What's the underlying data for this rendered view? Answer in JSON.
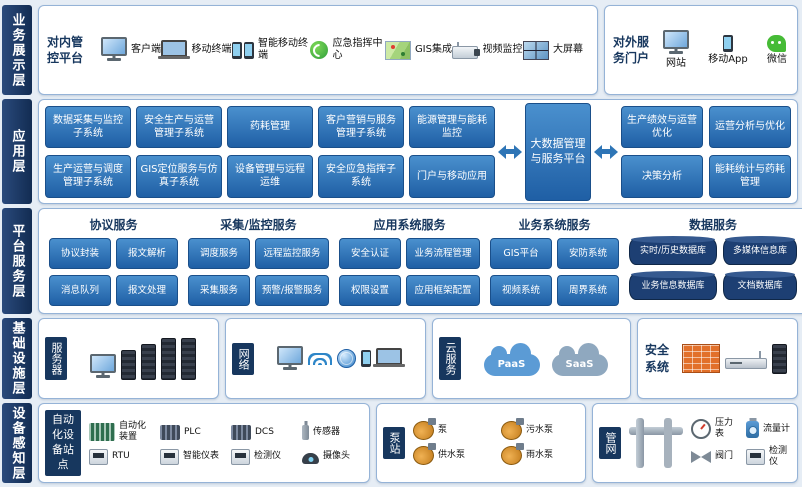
{
  "colors": {
    "navy": "#17375e",
    "button_blue": "#1f5fa5",
    "panel_border": "#95b3d7",
    "background": "#e6edf5",
    "arrow_blue": "#2e75b6"
  },
  "layers": [
    {
      "label": "业务展示层"
    },
    {
      "label": "应用层"
    },
    {
      "label": "平台服务层"
    },
    {
      "label": "基础设施层"
    },
    {
      "label": "设备感知层"
    }
  ],
  "display": {
    "internal": {
      "title": "对内管控平台",
      "items": [
        {
          "icon": "desktop-icon",
          "label": "客户端"
        },
        {
          "icon": "laptop-icon",
          "label": "移动终端"
        },
        {
          "icon": "smartphones-icon",
          "label": "智能移动终端"
        },
        {
          "icon": "phone-handset-icon",
          "label": "应急指挥中心"
        },
        {
          "icon": "map-icon",
          "label": "GIS集成"
        },
        {
          "icon": "cctv-icon",
          "label": "视频监控"
        },
        {
          "icon": "screen-wall-icon",
          "label": "大屏幕"
        }
      ]
    },
    "external": {
      "title": "对外服务门户",
      "items": [
        {
          "icon": "desktop-icon",
          "label": "网站"
        },
        {
          "icon": "smartphone-icon",
          "label": "移动App"
        },
        {
          "icon": "wechat-icon",
          "label": "微信"
        }
      ]
    }
  },
  "application": {
    "left": [
      "数据采集与监控子系统",
      "安全生产与运营管理子系统",
      "药耗管理",
      "客户营销与服务管理子系统",
      "能源管理与能耗监控",
      "生产运营与调度管理子系统",
      "GIS定位服务与仿真子系统",
      "设备管理与远程运维",
      "安全应急指挥子系统",
      "门户与移动应用"
    ],
    "center": "大数据管理与服务平台",
    "right": [
      "生产绩效与运营优化",
      "运营分析与优化",
      "决策分析",
      "能耗统计与药耗管理"
    ]
  },
  "platform": {
    "groups": [
      {
        "title": "协议服务",
        "buttons": [
          "协议封装",
          "报文解析",
          "消息队列",
          "报文处理"
        ]
      },
      {
        "title": "采集/监控服务",
        "buttons": [
          "调度服务",
          "远程监控服务",
          "采集服务",
          "预警/报警服务"
        ]
      },
      {
        "title": "应用系统服务",
        "buttons": [
          "安全认证",
          "业务流程管理",
          "权限设置",
          "应用框架配置"
        ]
      },
      {
        "title": "业务系统服务",
        "buttons": [
          "GIS平台",
          "安防系统",
          "视频系统",
          "周界系统"
        ]
      },
      {
        "title": "数据服务",
        "databases": [
          "实时/历史数据库",
          "多媒体信息库",
          "业务信息数据库",
          "文档数据库"
        ]
      }
    ]
  },
  "infrastructure": {
    "server": {
      "label": "服务器"
    },
    "network": {
      "label": "网络"
    },
    "cloud": {
      "label": "云服务",
      "clouds": [
        "PaaS",
        "SaaS"
      ]
    },
    "security": {
      "label": "安全系统"
    }
  },
  "devices": {
    "automation": {
      "label": "自动化设备站点",
      "items": [
        {
          "icon": "automation-rack-icon",
          "label": "自动化装置"
        },
        {
          "icon": "plc-icon",
          "label": "PLC"
        },
        {
          "icon": "dcs-icon",
          "label": "DCS"
        },
        {
          "icon": "sensor-icon",
          "label": "传感器"
        },
        {
          "icon": "rtu-icon",
          "label": "RTU"
        },
        {
          "icon": "smart-meter-icon",
          "label": "智能仪表"
        },
        {
          "icon": "detector-icon",
          "label": "检测仪"
        },
        {
          "icon": "camera-icon",
          "label": "摄像头"
        }
      ]
    },
    "pump_station": {
      "label": "泵站",
      "items": [
        {
          "icon": "pump-icon",
          "label": "泵"
        },
        {
          "icon": "pump-icon",
          "label": "污水泵"
        },
        {
          "icon": "pump-icon",
          "label": "供水泵"
        },
        {
          "icon": "pump-icon",
          "label": "雨水泵"
        }
      ]
    },
    "pipe_network": {
      "label": "管网",
      "items": [
        {
          "icon": "pressure-gauge-icon",
          "label": "压力表"
        },
        {
          "icon": "flow-meter-icon",
          "label": "流量计"
        },
        {
          "icon": "valve-icon",
          "label": "阀门"
        },
        {
          "icon": "detector-icon",
          "label": "检测仪"
        }
      ]
    }
  }
}
